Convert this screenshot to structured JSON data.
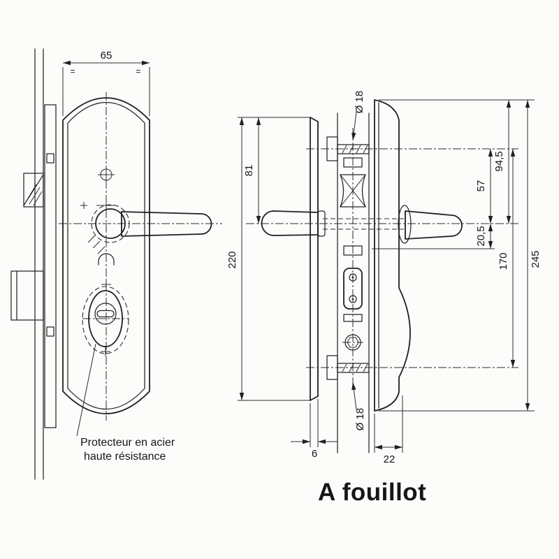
{
  "title": {
    "text": "A fouillot",
    "color": "#1e62c0"
  },
  "front_view": {
    "dim_width": "65",
    "symmetry_mark": "=",
    "annotation_line1": "Protecteur en acier",
    "annotation_line2": "haute résistance"
  },
  "side_view": {
    "dim_top_to_handle_inner": "81",
    "dim_height_inner_plate": "220",
    "dim_screw_to_handle": "57",
    "dim_handle_to_spacer": "20,5",
    "dim_top_to_handle_outer": "94,5",
    "dim_screw_spacing": "170",
    "dim_height_outer_plate": "245",
    "dim_screw_dia_top": "Ø 18",
    "dim_screw_dia_bottom": "Ø 18",
    "dim_inner_plate_thickness": "6",
    "dim_outer_plate_depth": "22"
  }
}
